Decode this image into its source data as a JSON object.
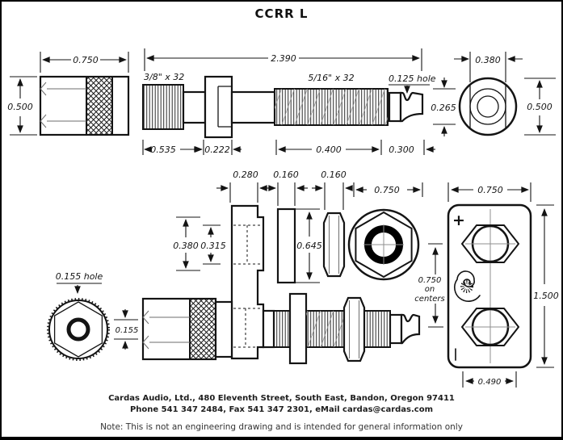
{
  "title": "CCRR L",
  "knob": {
    "width": "0.750",
    "height": "0.500"
  },
  "shaft": {
    "total": "2.390",
    "thread_left": "3/8\" x 32",
    "thread_right": "5/16\" x 32",
    "tip_hole": "0.125 hole",
    "seg1": "0.535",
    "seg2": "0.222",
    "seg3": "0.400",
    "seg4": "0.300"
  },
  "face": {
    "width": "0.380",
    "bore": "0.265",
    "height": "0.500"
  },
  "stack": {
    "flange_w": "0.280",
    "washer_w": "0.160",
    "nut_w": "0.160",
    "nut_face_w": "0.750",
    "boss_h": "0.380",
    "hole_h": "0.315",
    "washer_h": "0.645"
  },
  "knurl_nut": {
    "hole": "0.155 hole",
    "bore": "0.155"
  },
  "plate": {
    "width": "0.750",
    "height": "1.500",
    "centers_1": "0.750",
    "centers_2": "on",
    "centers_3": "centers",
    "foot": "0.490",
    "plus": "+",
    "minus": "|"
  },
  "footer": {
    "address": "Cardas Audio, Ltd., 480 Eleventh Street, South East, Bandon, Oregon 97411",
    "phone": "Phone 541 347 2484, Fax 541 347 2301, eMail cardas@cardas.com",
    "note": "Note:  This is not an engineering drawing and is intended for general information only"
  }
}
